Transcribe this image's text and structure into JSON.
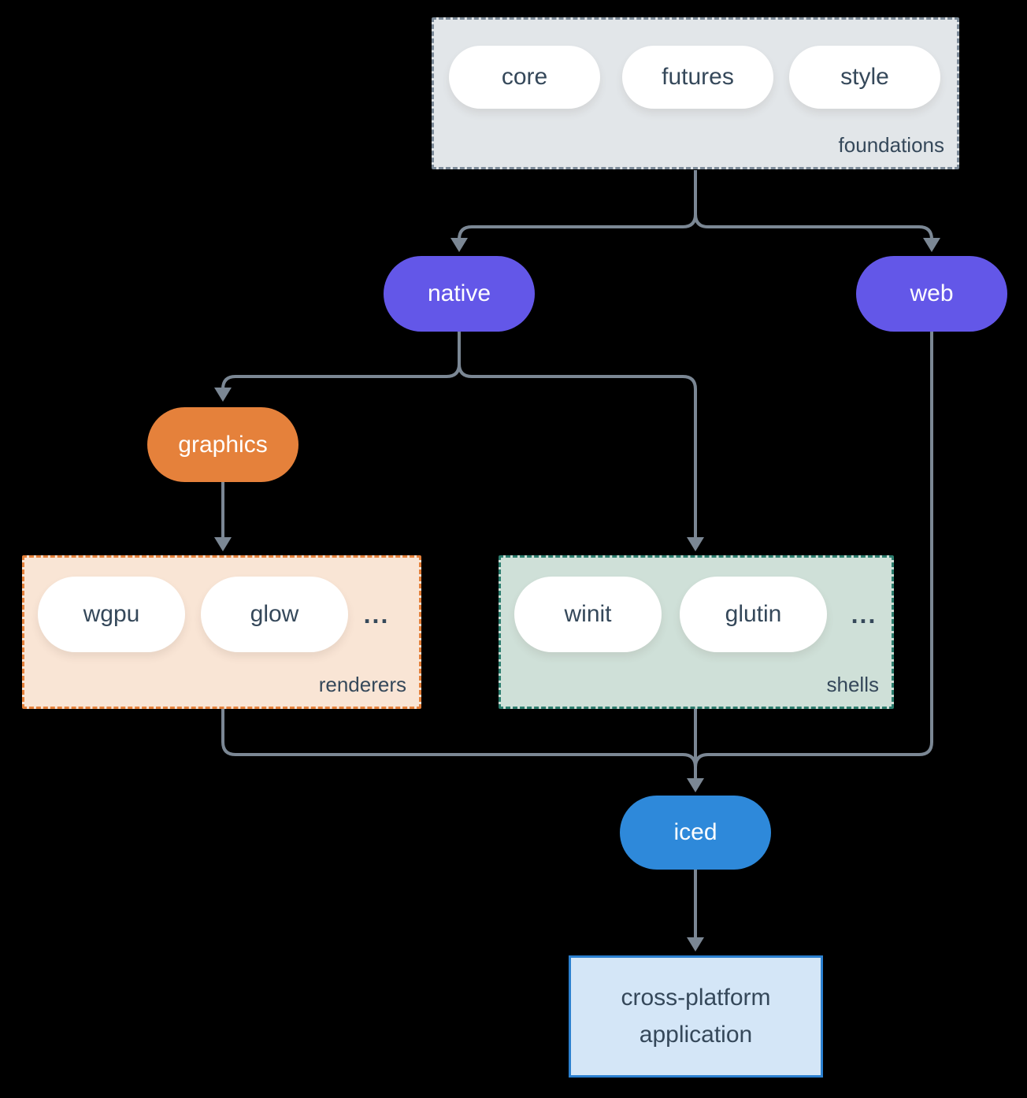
{
  "colors": {
    "background": "#000000",
    "line": "#7b8794",
    "text_dark": "#35485a",
    "pill_white": "#ffffff",
    "purple": "#6357e8",
    "orange": "#e5813b",
    "blue": "#2e89da",
    "foundations_fill": "#e2e6e9",
    "foundations_border": "#7c8a98",
    "renderers_fill": "#f9e5d5",
    "renderers_border": "#e5813b",
    "shells_fill": "#cfe0d8",
    "shells_border": "#2c7d6e",
    "app_fill": "#d4e6f7",
    "app_border": "#2b80d0"
  },
  "groups": {
    "foundations": {
      "label": "foundations",
      "pills": [
        "core",
        "futures",
        "style"
      ]
    },
    "renderers": {
      "label": "renderers",
      "pills": [
        "wgpu",
        "glow"
      ],
      "more": "..."
    },
    "shells": {
      "label": "shells",
      "pills": [
        "winit",
        "glutin"
      ],
      "more": "..."
    }
  },
  "nodes": {
    "native": "native",
    "web": "web",
    "graphics": "graphics",
    "iced": "iced",
    "application": "cross-platform application"
  }
}
